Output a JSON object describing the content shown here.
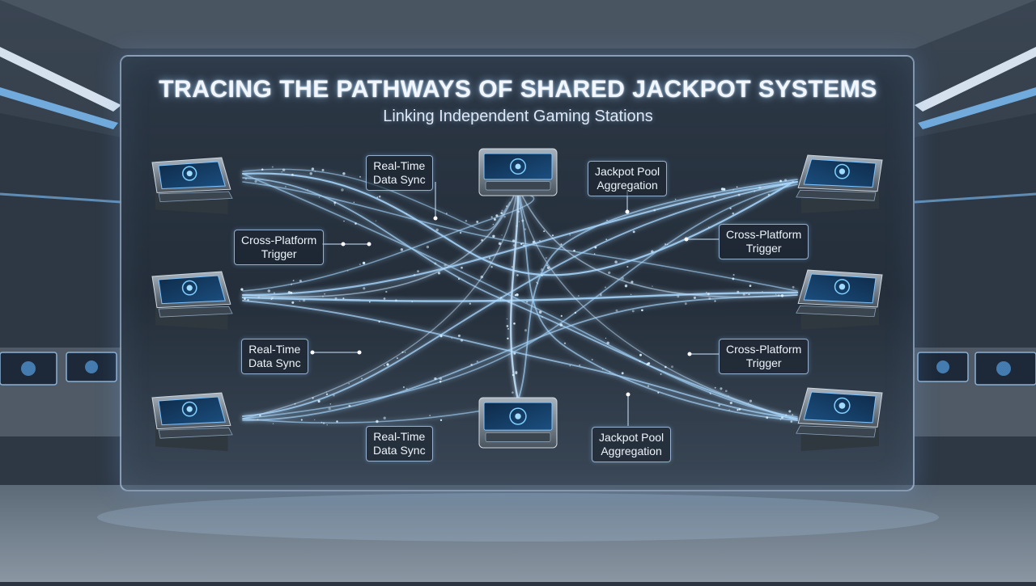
{
  "header": {
    "title": "TRACING THE PATHWAYS OF SHARED JACKPOT SYSTEMS",
    "subtitle": "Linking Independent Gaming Stations"
  },
  "callouts": {
    "sync_top": [
      "Real-Time",
      "Data Sync"
    ],
    "pool_top": [
      "Jackpot Pool",
      "Aggregation"
    ],
    "trigger_left": [
      "Cross-Platform",
      "Trigger"
    ],
    "trigger_right_top": [
      "Cross-Platform",
      "Trigger"
    ],
    "sync_left": [
      "Real-Time",
      "Data Sync"
    ],
    "trigger_right_bottom": [
      "Cross-Platform",
      "Trigger"
    ],
    "sync_bottom": [
      "Real-Time",
      "Data Sync"
    ],
    "pool_bottom": [
      "Jackpot Pool",
      "Aggregation"
    ]
  },
  "nodes": [
    {
      "id": "station-left-top",
      "side": "left"
    },
    {
      "id": "station-left-middle",
      "side": "left"
    },
    {
      "id": "station-left-bottom",
      "side": "left"
    },
    {
      "id": "station-center-top",
      "side": "center"
    },
    {
      "id": "station-center-bottom",
      "side": "center"
    },
    {
      "id": "station-right-top",
      "side": "right"
    },
    {
      "id": "station-right-middle",
      "side": "right"
    },
    {
      "id": "station-right-bottom",
      "side": "right"
    }
  ],
  "colors": {
    "accent": "#7fc4ff",
    "stream": "#a9d8ff",
    "glow": "#4aa8ff",
    "panel_border": "#c8e1ff"
  }
}
